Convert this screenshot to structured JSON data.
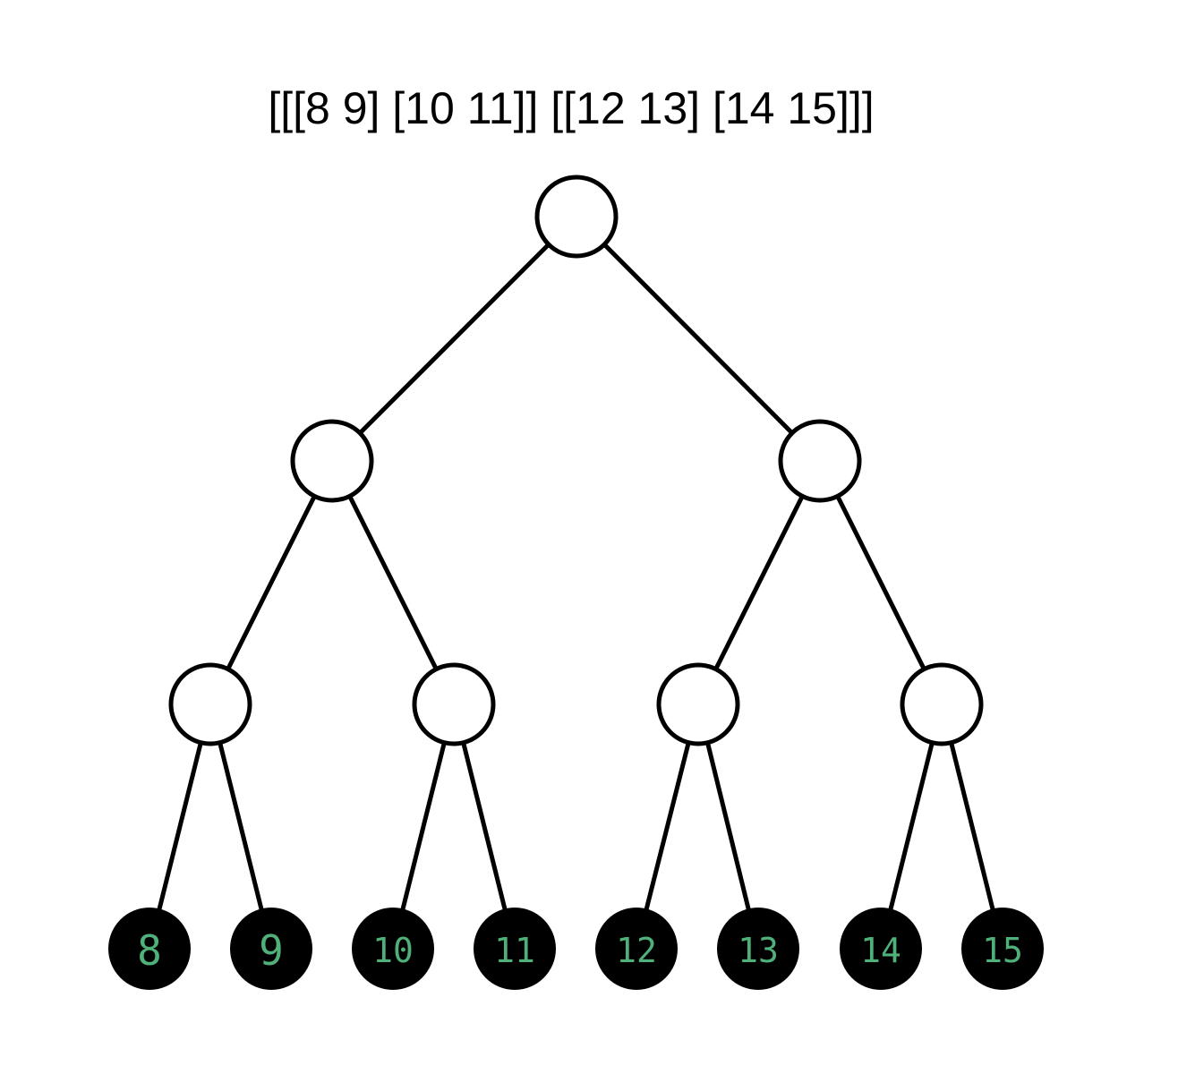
{
  "diagram": {
    "title": "[[[8 9] [10 11]] [[12 13] [14 15]]]",
    "leaves": [
      "8",
      "9",
      "10",
      "11",
      "12",
      "13",
      "14",
      "15"
    ],
    "colors": {
      "line": "#000000",
      "internal_fill": "#ffffff",
      "leaf_fill": "#000000",
      "leaf_text": "#4fb07a"
    }
  }
}
